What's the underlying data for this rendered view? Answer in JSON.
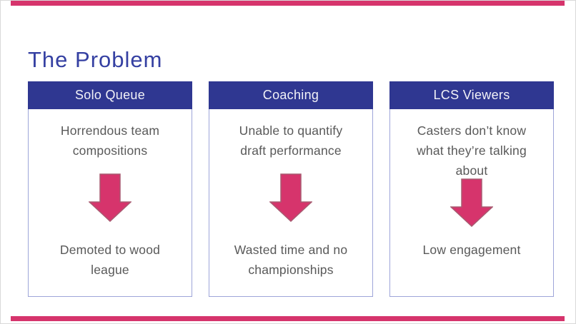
{
  "slide": {
    "title": "The Problem",
    "columns": [
      {
        "header": "Solo Queue",
        "cause": "Horrendous team\ncompositions",
        "effect": "Demoted to wood\nleague"
      },
      {
        "header": "Coaching",
        "cause": "Unable to quantify\ndraft performance",
        "effect": "Wasted time and no\nchampionships"
      },
      {
        "header": "LCS Viewers",
        "cause": "Casters don’t know\nwhat they’re talking\nabout",
        "effect": "Low engagement"
      }
    ],
    "colors": {
      "header_indigo": "#2f3791",
      "title_indigo": "#3540a2",
      "accent_pink": "#d6346c",
      "body_text_gray": "#595959",
      "card_border": "#9ea5d9"
    }
  }
}
